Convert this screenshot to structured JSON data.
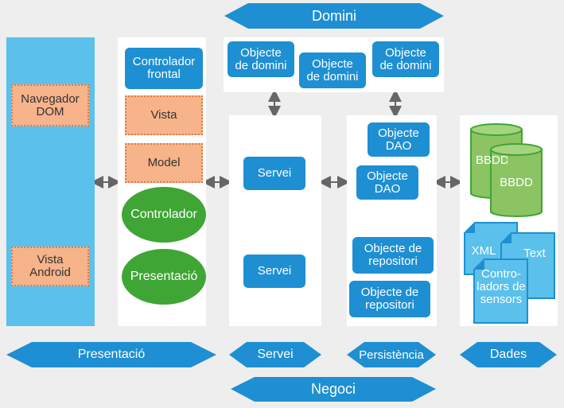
{
  "banners": {
    "domini": "Domini",
    "negoci": "Negoci",
    "presentacio": "Presentació",
    "servei": "Servei",
    "persistencia": "Persistència",
    "dades": "Dades"
  },
  "presentation_client": {
    "navegador": "Navegador DOM",
    "vista_android": "Vista Android"
  },
  "presentation_server": {
    "controlador_frontal": "Controlador frontal",
    "vista": "Vista",
    "model": "Model",
    "controlador": "Controlador",
    "presentacio": "Presentació"
  },
  "domini": {
    "objects": [
      "Objecte de domini",
      "Objecte de domini",
      "Objecte de domini"
    ]
  },
  "servei": {
    "items": [
      "Servei",
      "Servei"
    ]
  },
  "persistencia": {
    "dao": [
      "Objecte DAO",
      "Objecte DAO"
    ],
    "repositori": [
      "Objecte de repositori",
      "Objecte de repositori"
    ]
  },
  "dades": {
    "bbdd_back": "BBDD",
    "bbdd_front": "BBDD",
    "xml": "XML",
    "text": "Text",
    "sensors": "Contro- ladors de sensors"
  },
  "colors": {
    "blue": "#1e8fd2",
    "light_blue": "#5bc0eb",
    "green": "#3fa535",
    "light_green": "#8cc464",
    "orange": "#f7b38a",
    "background": "#eeeeee",
    "arrow": "#666666"
  }
}
